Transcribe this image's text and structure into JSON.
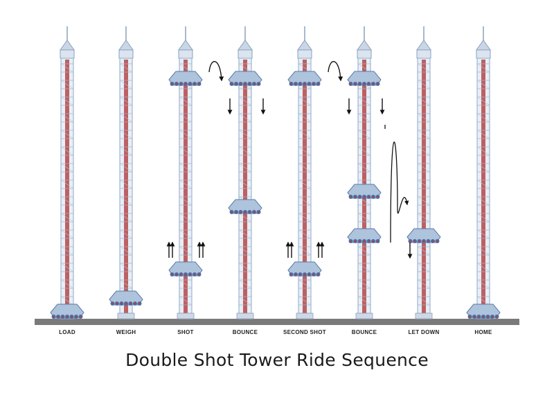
{
  "title": "Double Shot Tower Ride Sequence",
  "colors": {
    "tower_frame": "#9fb6d0",
    "tower_core": "#b03030",
    "gondola": "#4a6fa8",
    "ground": "#7a7a7a",
    "arrow": "#111111"
  },
  "stages": [
    {
      "label": "LOAD",
      "gondolas": [
        "ground"
      ]
    },
    {
      "label": "WEIGH",
      "gondolas": [
        "low"
      ]
    },
    {
      "label": "SHOT",
      "gondolas": [
        "top",
        "lower"
      ],
      "motion": [
        "up-arrows",
        "loop-arrow"
      ]
    },
    {
      "label": "BOUNCE",
      "gondolas": [
        "top",
        "mid"
      ],
      "motion": [
        "down-arrows"
      ]
    },
    {
      "label": "SECOND SHOT",
      "gondolas": [
        "top",
        "lower"
      ],
      "motion": [
        "up-arrows",
        "loop-arrow"
      ]
    },
    {
      "label": "BOUNCE",
      "gondolas": [
        "top",
        "mid-low",
        "low-mid"
      ],
      "motion": [
        "down-arrows",
        "oscillation"
      ]
    },
    {
      "label": "LET DOWN",
      "gondolas": [
        "low-mid"
      ],
      "motion": [
        "down-arrow"
      ]
    },
    {
      "label": "HOME",
      "gondolas": [
        "ground"
      ]
    }
  ]
}
